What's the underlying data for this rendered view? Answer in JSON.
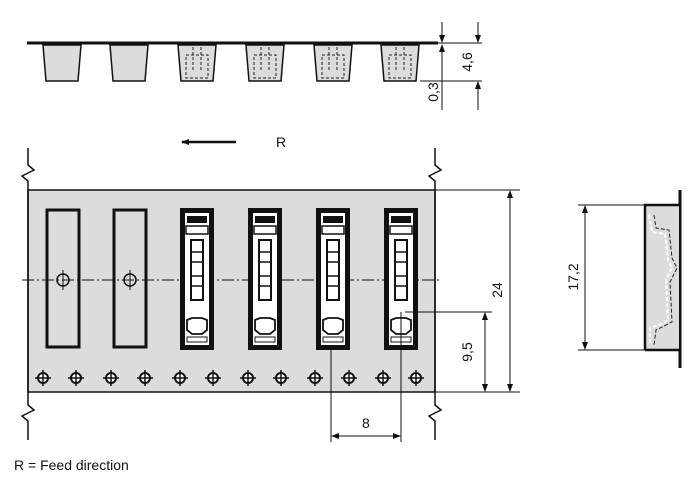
{
  "dimensions": {
    "cover_tape_thickness": "0,3",
    "pocket_depth": "4,6",
    "tape_width": "24",
    "sprocket_to_pocket_center": "9,5",
    "pocket_pitch": "8",
    "pocket_length": "17,2"
  },
  "feed_arrow_label": "R",
  "caption": "R = Feed direction",
  "colors": {
    "tape": "#dcdcdc",
    "line": "#111111"
  }
}
